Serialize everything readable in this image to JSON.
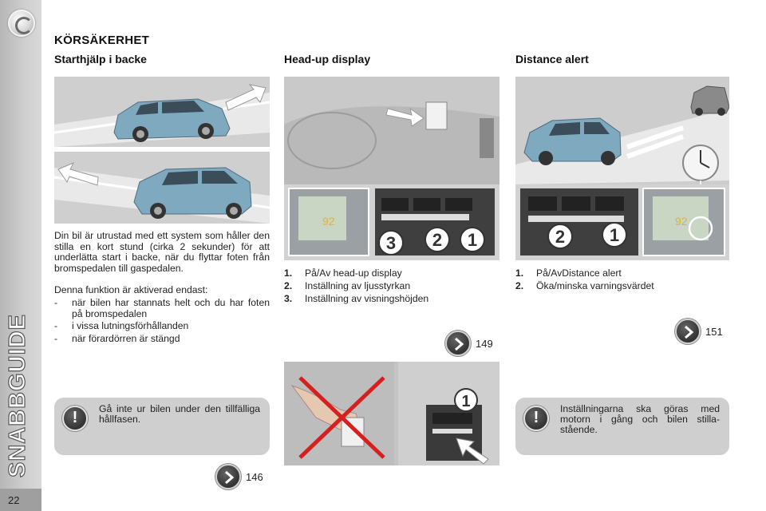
{
  "sidebar": {
    "title": "SNABBGUIDE",
    "page_number": "22"
  },
  "section_title": "KÖRSÄKERHET",
  "columns": [
    {
      "title": "Starthjälp i backe",
      "paragraph": "Din bil är utrustad med ett system som håller den stilla en kort stund (cirka 2 sekunder) för att underlätta start i backe, när du flyttar foten från broms­pedalen till gaspedalen.",
      "intro": "Denna funktion är aktiverad endast:",
      "bullets": [
        "när bilen har stannats helt och du har foten på bromspedalen",
        "i vissa lutningsförhållanden",
        "när förardörren är stängd"
      ],
      "warning": "Gå inte ur bilen under den till­fälliga hållfasen.",
      "page_ref": "146"
    },
    {
      "title": "Head-up display",
      "items": [
        {
          "num": "1.",
          "text": "På/Av head-up display"
        },
        {
          "num": "2.",
          "text": "Inställning av ljusstyrkan"
        },
        {
          "num": "3.",
          "text": "Inställning av visningshöjden"
        }
      ],
      "page_ref": "149",
      "image_callouts": [
        "3",
        "2",
        "1"
      ],
      "image2_callout": "1",
      "display_value": "92"
    },
    {
      "title": "Distance alert",
      "items": [
        {
          "num": "1.",
          "text": "På/AvDistance alert"
        },
        {
          "num": "2.",
          "text": "Öka/minska varningsvärdet"
        }
      ],
      "page_ref": "151",
      "warning": "Inställningarna ska göras med motorn i gång och bilen stilla­stående.",
      "image_callouts": [
        "2",
        "1"
      ],
      "display_value": "92"
    }
  ],
  "colors": {
    "sidebar": "#c4c4c4",
    "warning_box": "#cfcfcf",
    "car": "#7fa9bf",
    "icon_dark": "#3a3a3a"
  },
  "icons": {
    "reference": "chevron-right-icon",
    "warning": "exclamation-icon"
  }
}
